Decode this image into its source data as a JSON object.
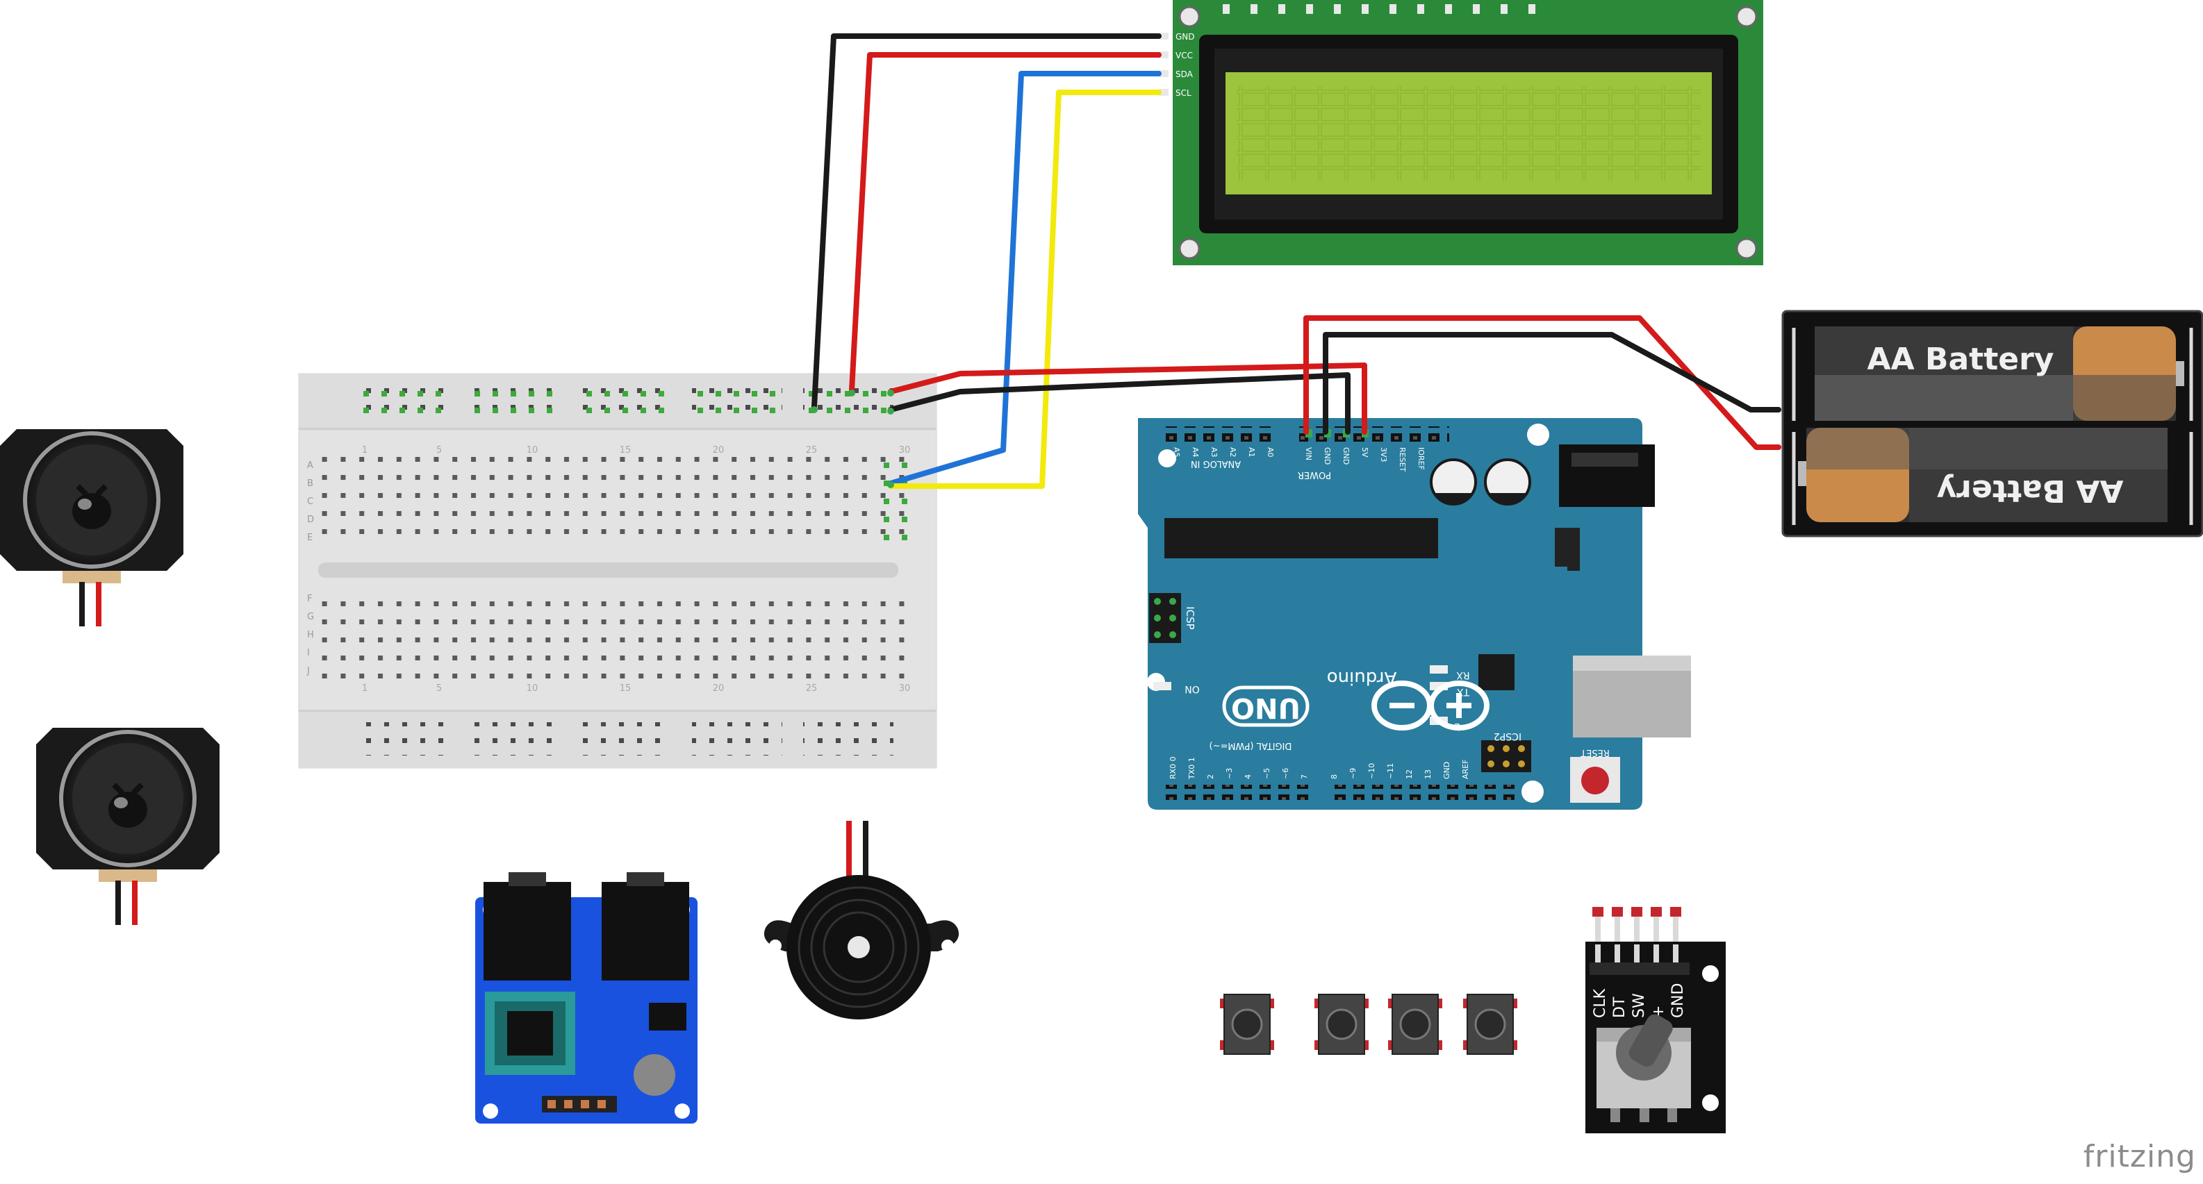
{
  "lcd": {
    "pins": [
      "GND",
      "VCC",
      "SDA",
      "SCL"
    ]
  },
  "breadboard": {
    "rows_top": [
      "A",
      "B",
      "C",
      "D",
      "E"
    ],
    "rows_bottom": [
      "F",
      "G",
      "H",
      "I",
      "J"
    ],
    "col_numbers": [
      "1",
      "5",
      "10",
      "15",
      "20",
      "25",
      "30"
    ]
  },
  "arduino": {
    "brand": "Arduino",
    "model": "UNO",
    "analog_in": "ANALOG IN",
    "power": "POWER",
    "digital": "DIGITAL (PWM=~)",
    "icsp": "ICSP",
    "icsp2": "ICSP2",
    "reset": "RESET",
    "on": "ON",
    "rx": "RX",
    "tx": "TX",
    "l": "L",
    "analog_pins": [
      "A5",
      "A4",
      "A3",
      "A2",
      "A1",
      "A0"
    ],
    "power_pins": [
      "VIN",
      "GND",
      "GND",
      "5V",
      "3V3",
      "RESET",
      "IOREF"
    ],
    "digital_pins": [
      "RX0 0",
      "TX0 1",
      "2",
      "~3",
      "4",
      "~5",
      "~6",
      "7",
      "8",
      "~9",
      "~10",
      "~11",
      "12",
      "13",
      "GND",
      "AREF"
    ]
  },
  "battery": {
    "label_top": "AA Battery",
    "label_bottom": "AA Battery"
  },
  "encoder": {
    "pins": [
      "CLK",
      "DT",
      "SW",
      "+",
      "GND"
    ]
  },
  "watermark": "fritzing",
  "colors": {
    "wire_black": "#1a1a1a",
    "wire_red": "#d41a1a",
    "wire_blue": "#1f73d6",
    "wire_yellow": "#f2ea0c",
    "arduino_blue": "#2a7d9e",
    "lcd_green": "#2a8a3a",
    "lcd_screen": "#9cc43c",
    "mp3_blue": "#1a52e0"
  }
}
